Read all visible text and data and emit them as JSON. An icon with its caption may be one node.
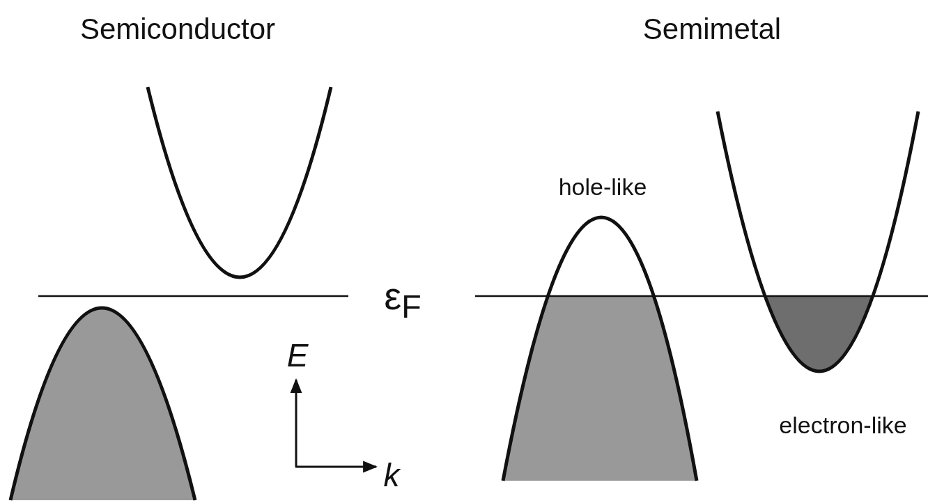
{
  "diagram": {
    "labels": [
      "Semiconductor",
      "Semimetal",
      "hole-like",
      "ε$_{F}$",
      "E",
      "electron-like",
      "k"
    ]
  }
}
